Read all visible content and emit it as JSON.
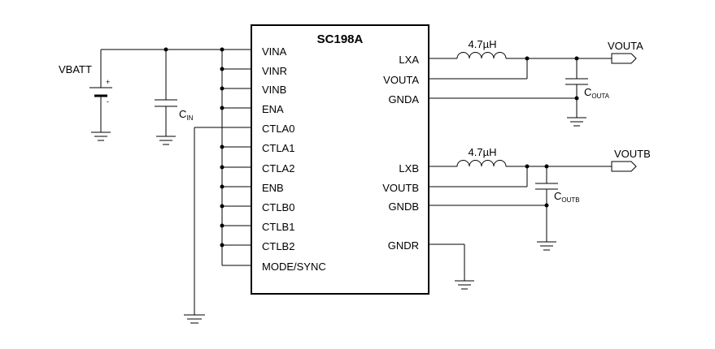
{
  "chip": {
    "name": "SC198A",
    "left_pins": [
      "VINA",
      "VINR",
      "VINB",
      "ENA",
      "CTLA0",
      "CTLA1",
      "CTLA2",
      "ENB",
      "CTLB0",
      "CTLB1",
      "CTLB2",
      "MODE/SYNC"
    ],
    "right_pins_a": [
      "LXA",
      "VOUTA",
      "GNDA"
    ],
    "right_pins_b": [
      "LXB",
      "VOUTB",
      "GNDB"
    ],
    "right_pin_r": "GNDR"
  },
  "battery": {
    "label": "VBATT",
    "plus": "+",
    "minus": "-"
  },
  "cin": {
    "main": "C",
    "sub": "IN"
  },
  "inductor_a": {
    "value": "4.7µH"
  },
  "inductor_b": {
    "value": "4.7µH"
  },
  "coutа_unused": "",
  "cout_a": {
    "main": "C",
    "sub": "OUTA"
  },
  "cout_b": {
    "main": "C",
    "sub": "OUTB"
  },
  "out_a": {
    "label": "VOUTA"
  },
  "out_b": {
    "label": "VOUTB"
  }
}
